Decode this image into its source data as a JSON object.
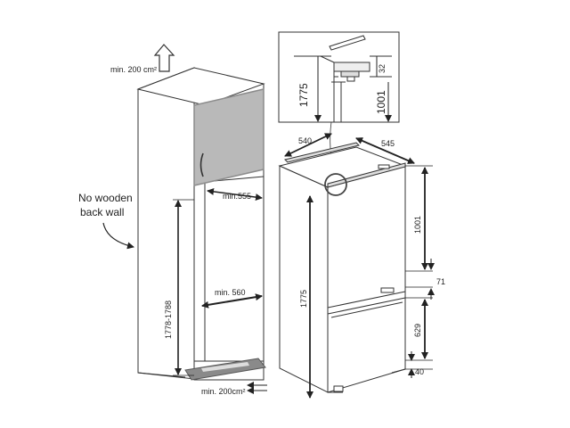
{
  "labels": {
    "vent_top": "min. 200 cm²",
    "vent_bottom": "min. 200cm²",
    "no_wooden_line1": "No wooden",
    "no_wooden_line2": "back wall",
    "min_555": "min.555",
    "min_560": "min. 560",
    "height_range": "1778-1788",
    "d540": "540",
    "d545": "545",
    "d1001": "1001",
    "d1775": "1775",
    "d71": "71",
    "d629": "629",
    "d40": "40",
    "inset_1775": "1775",
    "inset_1001": "1001",
    "inset_32": "32"
  },
  "colors": {
    "line": "#333333",
    "cabinet_door": "#b9b9b9",
    "cabinet_door_edge": "#8c8c8c",
    "vent_grille": "#8a8a8a"
  },
  "icons": [
    "up-arrow-icon",
    "curved-arrow-icon",
    "airflow-arrows-icon"
  ]
}
